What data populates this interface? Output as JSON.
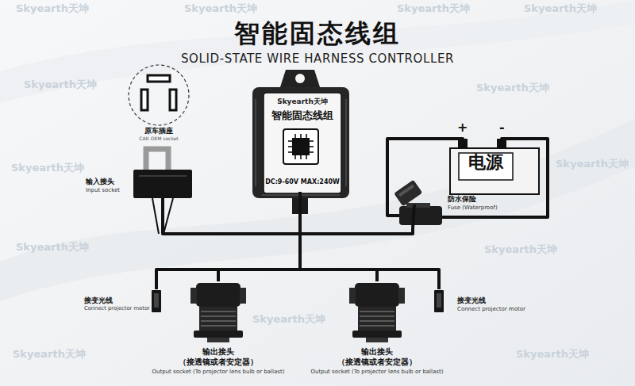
{
  "diagram": {
    "title": "智能固态线组",
    "nodes": [
      {
        "text": [
          "Skyearth天坤",
          "智能固态线组",
          "DC:9-60V MAX:240W"
        ]
      },
      {
        "text": [
          "原车插座",
          "CAR OEM socket"
        ]
      },
      {
        "text": [
          "输入接头",
          "Input socket"
        ]
      },
      {
        "text": [
          "电源"
        ]
      },
      {
        "text": [
          "防水保险",
          "Fuse (Waterproof)"
        ]
      },
      {
        "text": [
          "接变光线",
          "Connect projector motor"
        ]
      },
      {
        "text": [
          "输出接头",
          "（接透镜或者安定器）",
          "Output socket (To projector lens bulb or ballast)"
        ]
      },
      {
        "text": [
          "输出接头",
          "（接透镜或者安定器）",
          "Output socket (To projector lens bulb or ballast)"
        ]
      },
      {
        "text": [
          "接变光线",
          "Connect projector motor"
        ]
      }
    ],
    "edges": [
      {
        "from": 0,
        "to": 2,
        "arrow": "none"
      },
      {
        "from": 0,
        "to": 4,
        "arrow": "none"
      },
      {
        "from": 4,
        "to": 3,
        "arrow": "none"
      },
      {
        "from": 0,
        "to": 5,
        "arrow": "none"
      },
      {
        "from": 0,
        "to": 6,
        "arrow": "none"
      },
      {
        "from": 0,
        "to": 7,
        "arrow": "none"
      },
      {
        "from": 0,
        "to": 8,
        "arrow": "none"
      }
    ],
    "labels": [
      "SOLID-STATE WIRE HARNESS CONTROLLER",
      "+",
      "-",
      "Skyearth天坤",
      "Skyearth天坤",
      "Skyearth天坤",
      "Skyearth天坤",
      "Skyearth天坤",
      "Skyearth天坤",
      "Skyearth天坤",
      "Skyearth天坤",
      "Skyearth天坤",
      "Skyearth天坤",
      "Skyearth天坤",
      "Skyearth天坤",
      "Skyearth天坤"
    ]
  }
}
